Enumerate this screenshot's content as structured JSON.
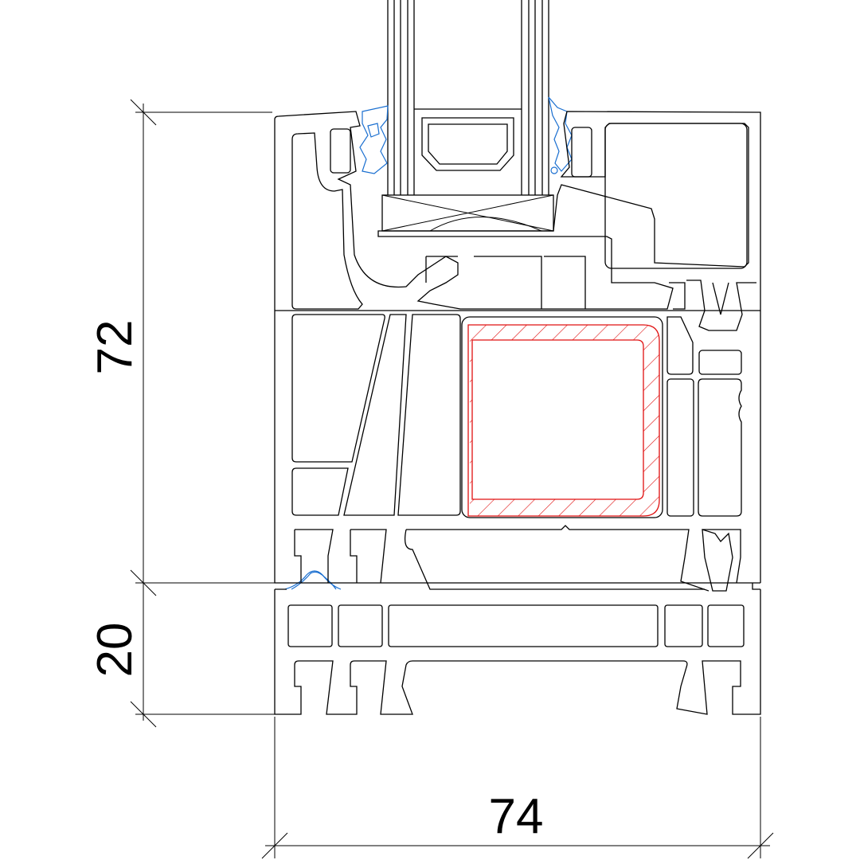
{
  "dimensions": {
    "sash_height": "72",
    "frame_height": "20",
    "total_width": "74"
  },
  "colors": {
    "outline": "#000000",
    "gasket": "#1a6fd0",
    "reinforcement": "#e01010"
  }
}
